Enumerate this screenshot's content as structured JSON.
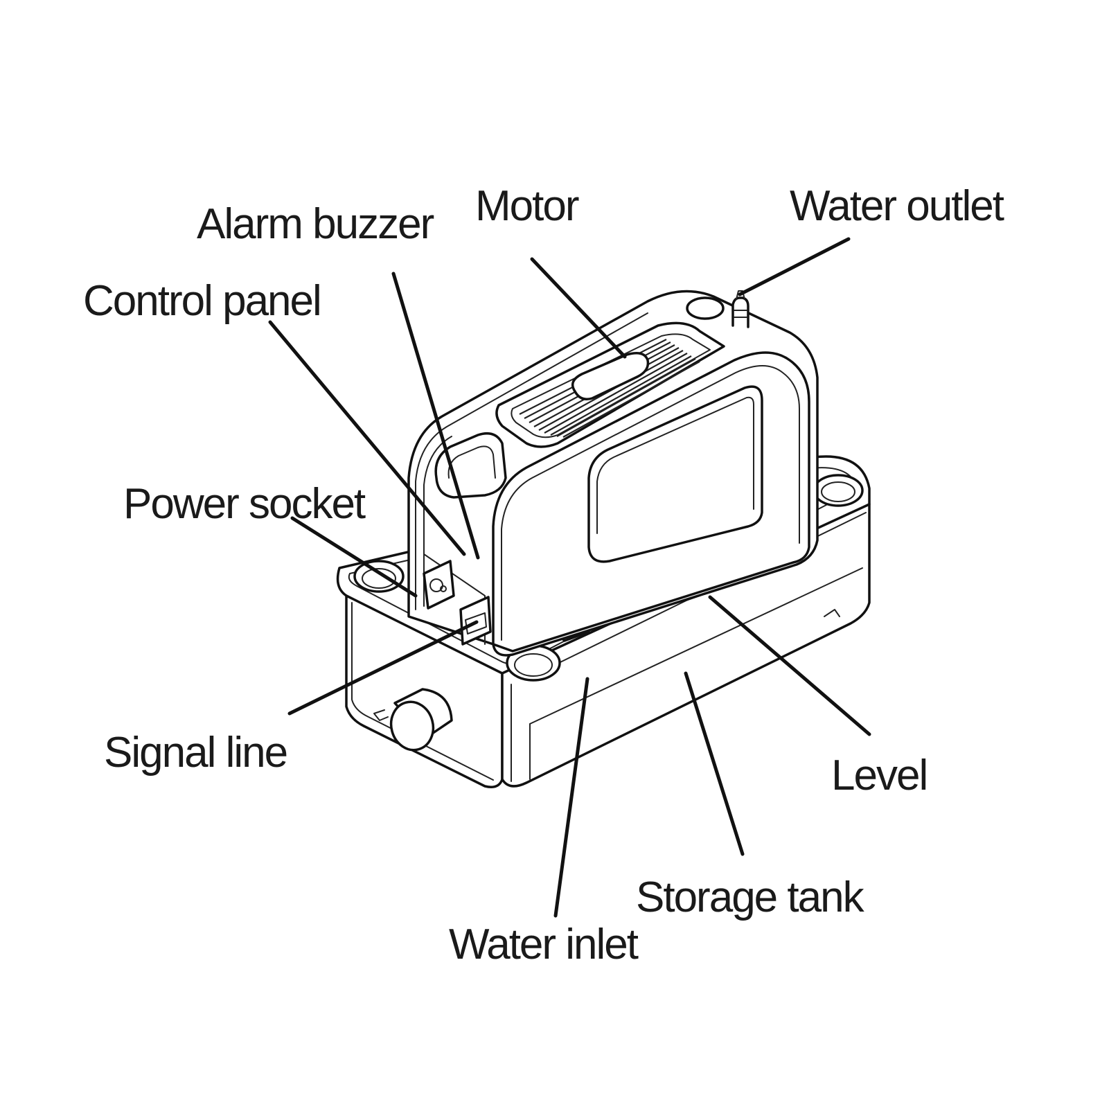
{
  "labels": {
    "motor": "Motor",
    "water_outlet": "Water outlet",
    "alarm_buzzer": "Alarm buzzer",
    "control_panel": "Control panel",
    "power_socket": "Power socket",
    "signal_line": "Signal line",
    "level": "Level",
    "storage_tank": "Storage tank",
    "water_inlet": "Water inlet"
  }
}
